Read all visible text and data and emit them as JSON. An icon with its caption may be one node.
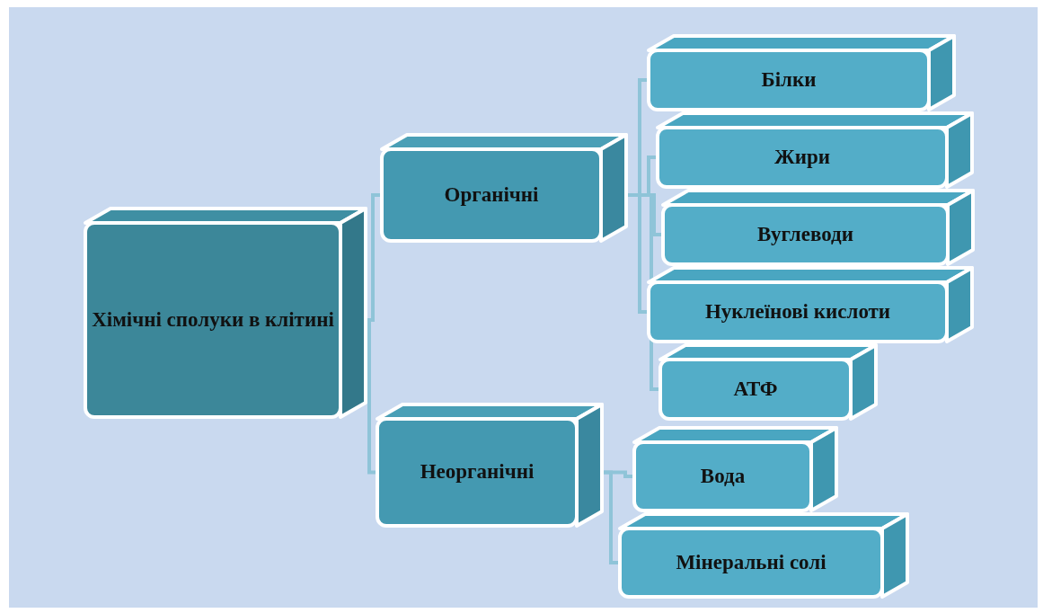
{
  "diagram": {
    "nodes": [
      {
        "text": [
          "Хімічні сполуки в клітині"
        ]
      },
      {
        "text": [
          "Органічні"
        ]
      },
      {
        "text": [
          "Неорганічні"
        ]
      },
      {
        "text": [
          "Білки"
        ]
      },
      {
        "text": [
          "Жири"
        ]
      },
      {
        "text": [
          "Вуглеводи"
        ]
      },
      {
        "text": [
          "Нуклеїнові кислоти"
        ]
      },
      {
        "text": [
          "АТФ"
        ]
      },
      {
        "text": [
          "Вода"
        ]
      },
      {
        "text": [
          "Мінеральні солі"
        ]
      }
    ],
    "edges": [
      {
        "from": 0,
        "to": 1,
        "arrow": "none"
      },
      {
        "from": 0,
        "to": 2,
        "arrow": "none"
      },
      {
        "from": 1,
        "to": 3,
        "arrow": "none"
      },
      {
        "from": 1,
        "to": 4,
        "arrow": "none"
      },
      {
        "from": 1,
        "to": 5,
        "arrow": "none"
      },
      {
        "from": 1,
        "to": 6,
        "arrow": "none"
      },
      {
        "from": 1,
        "to": 7,
        "arrow": "none"
      },
      {
        "from": 2,
        "to": 8,
        "arrow": "none"
      },
      {
        "from": 2,
        "to": 9,
        "arrow": "none"
      }
    ]
  }
}
